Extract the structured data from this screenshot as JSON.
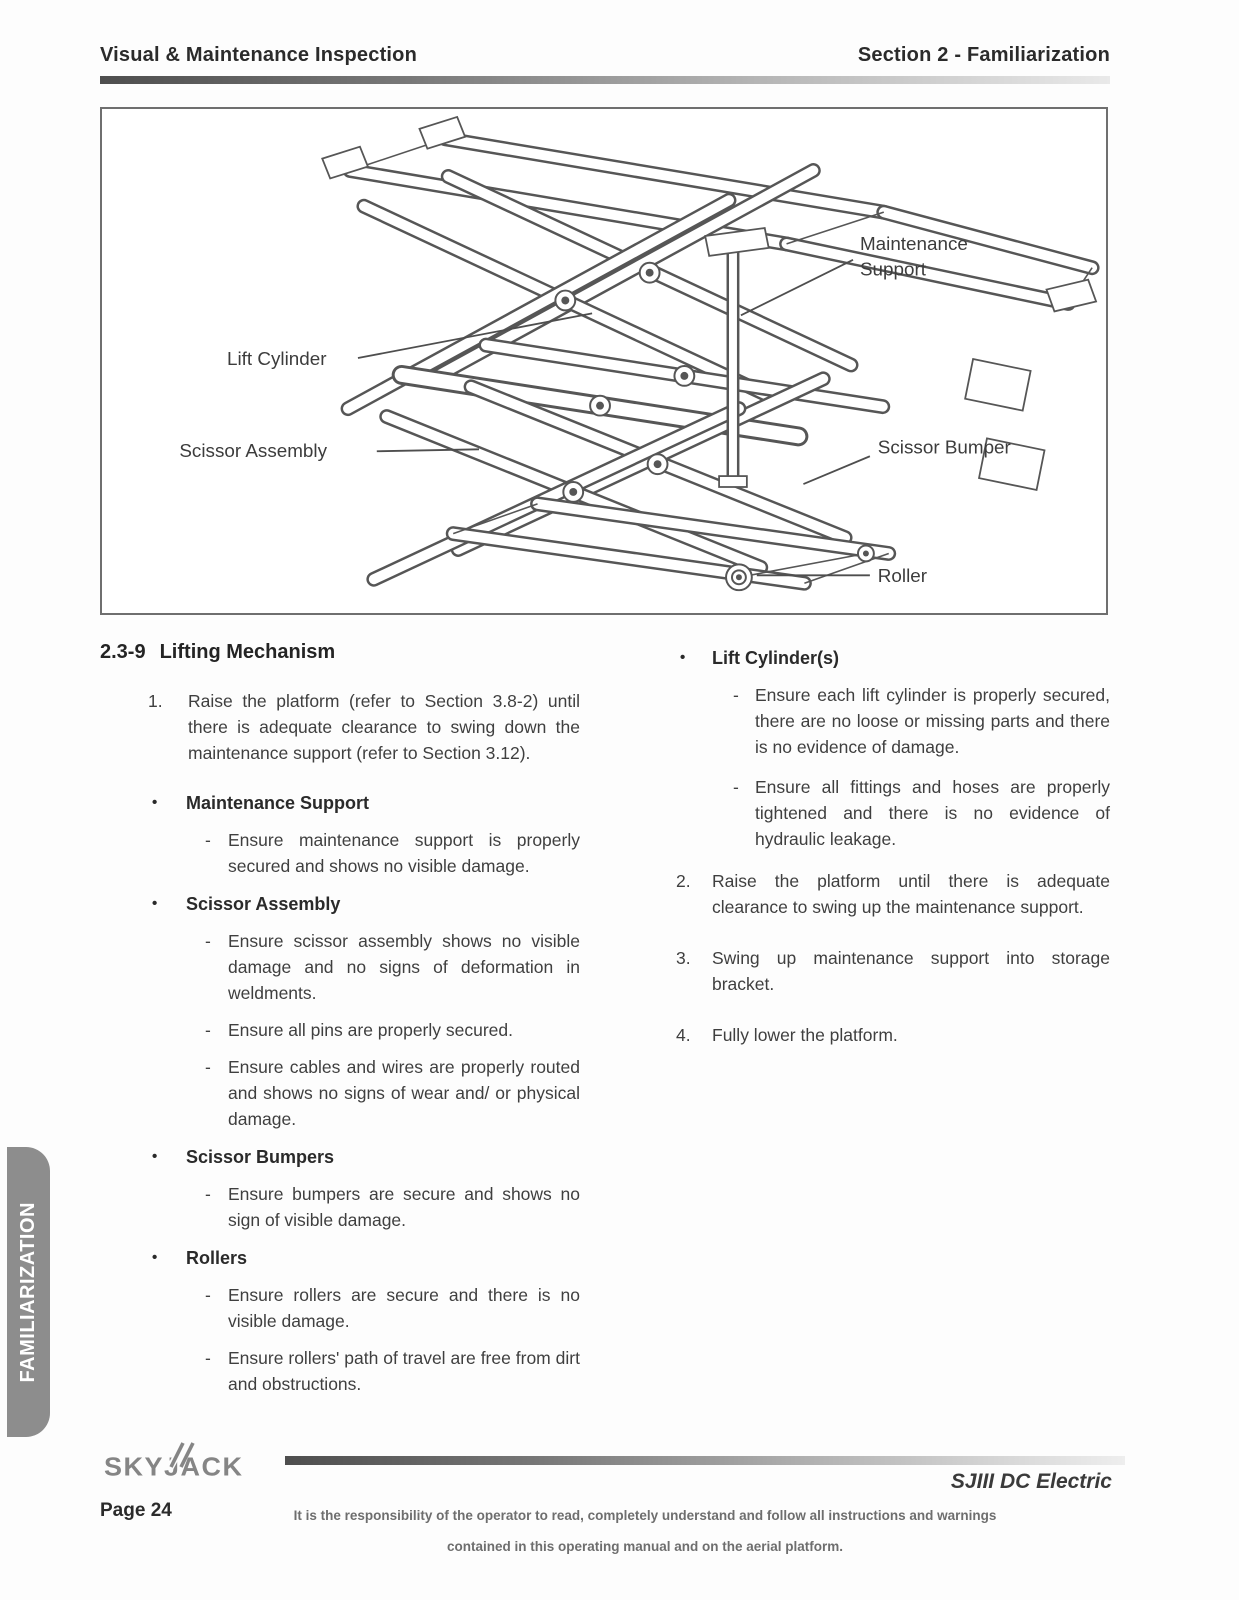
{
  "header": {
    "left_title": "Visual & Maintenance Inspection",
    "right_title": "Section 2 - Familiarization"
  },
  "diagram": {
    "labels": {
      "maintenance_support_line1": "Maintenance",
      "maintenance_support_line2": "Support",
      "lift_cylinder": "Lift Cylinder",
      "scissor_assembly": "Scissor Assembly",
      "scissor_bumper": "Scissor Bumper",
      "roller": "Roller"
    }
  },
  "section": {
    "number": "2.3-9",
    "title": "Lifting Mechanism"
  },
  "glyphs": {
    "bullet": "•",
    "dash": "-"
  },
  "left": {
    "step1": {
      "marker": "1.",
      "text": "Raise the platform (refer to Section 3.8-2) until there is adequate clearance to swing down the maintenance support (refer to Section 3.12)."
    },
    "groups": [
      {
        "title": "Maintenance Support",
        "items": [
          "Ensure maintenance support is properly secured and shows no visible damage."
        ]
      },
      {
        "title": "Scissor Assembly",
        "items": [
          "Ensure scissor assembly shows no visible damage and no signs of deformation in weldments.",
          "Ensure all pins are properly secured.",
          "Ensure cables and wires are properly routed and shows no signs of wear and/ or physical damage."
        ]
      },
      {
        "title": "Scissor Bumpers",
        "items": [
          "Ensure bumpers are secure and shows no sign of visible damage."
        ]
      },
      {
        "title": "Rollers",
        "items": [
          "Ensure rollers are secure and there is no visible damage.",
          "Ensure rollers' path of travel are free from dirt and obstructions."
        ]
      }
    ]
  },
  "right": {
    "group": {
      "title": "Lift Cylinder(s)",
      "items": [
        "Ensure each lift cylinder is properly secured, there are no loose or missing parts and there is no evidence of damage.",
        "Ensure all fittings and hoses are properly tightened and there is no evidence of hydraulic leakage."
      ]
    },
    "steps": [
      {
        "marker": "2.",
        "text": "Raise the platform until there is adequate clearance to swing up the maintenance support."
      },
      {
        "marker": "3.",
        "text": "Swing up maintenance support into storage bracket."
      },
      {
        "marker": "4.",
        "text": "Fully lower the platform."
      }
    ]
  },
  "sidebar": {
    "tab_label": "FAMILIARIZATION"
  },
  "footer": {
    "logo_text": "SKYJACK",
    "model": "SJIII DC Electric",
    "page_label": "Page 24",
    "disclaimer_line1": "It is the responsibility of the operator to read, completely understand and follow all instructions and warnings",
    "disclaimer_line2": "contained in this operating manual and on the aerial platform."
  }
}
